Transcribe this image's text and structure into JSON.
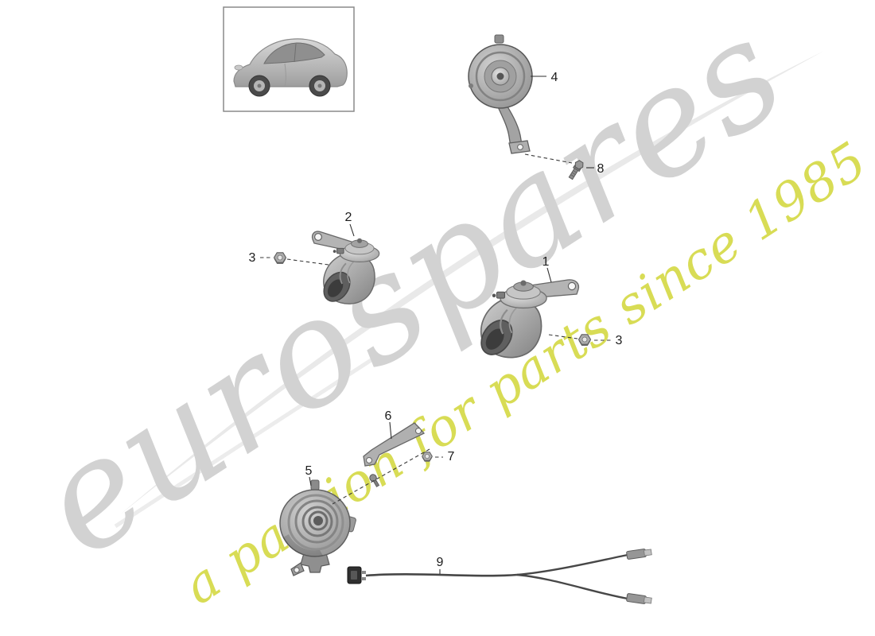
{
  "page": {
    "background": "#ffffff"
  },
  "watermark": {
    "brand": "eurospares",
    "tagline": "a passion for parts since 1985",
    "brand_color": "#d2d2d2",
    "tagline_color": "#d8dc55",
    "swoosh_color": "#e9e9e9"
  },
  "thumbnail": {
    "icon": "car-side-view-icon"
  },
  "callouts": [
    {
      "part": "4"
    },
    {
      "part": "8"
    },
    {
      "part": "2"
    },
    {
      "part": "3"
    },
    {
      "part": "1"
    },
    {
      "part": "3"
    },
    {
      "part": "6"
    },
    {
      "part": "7"
    },
    {
      "part": "5"
    },
    {
      "part": "9"
    }
  ]
}
